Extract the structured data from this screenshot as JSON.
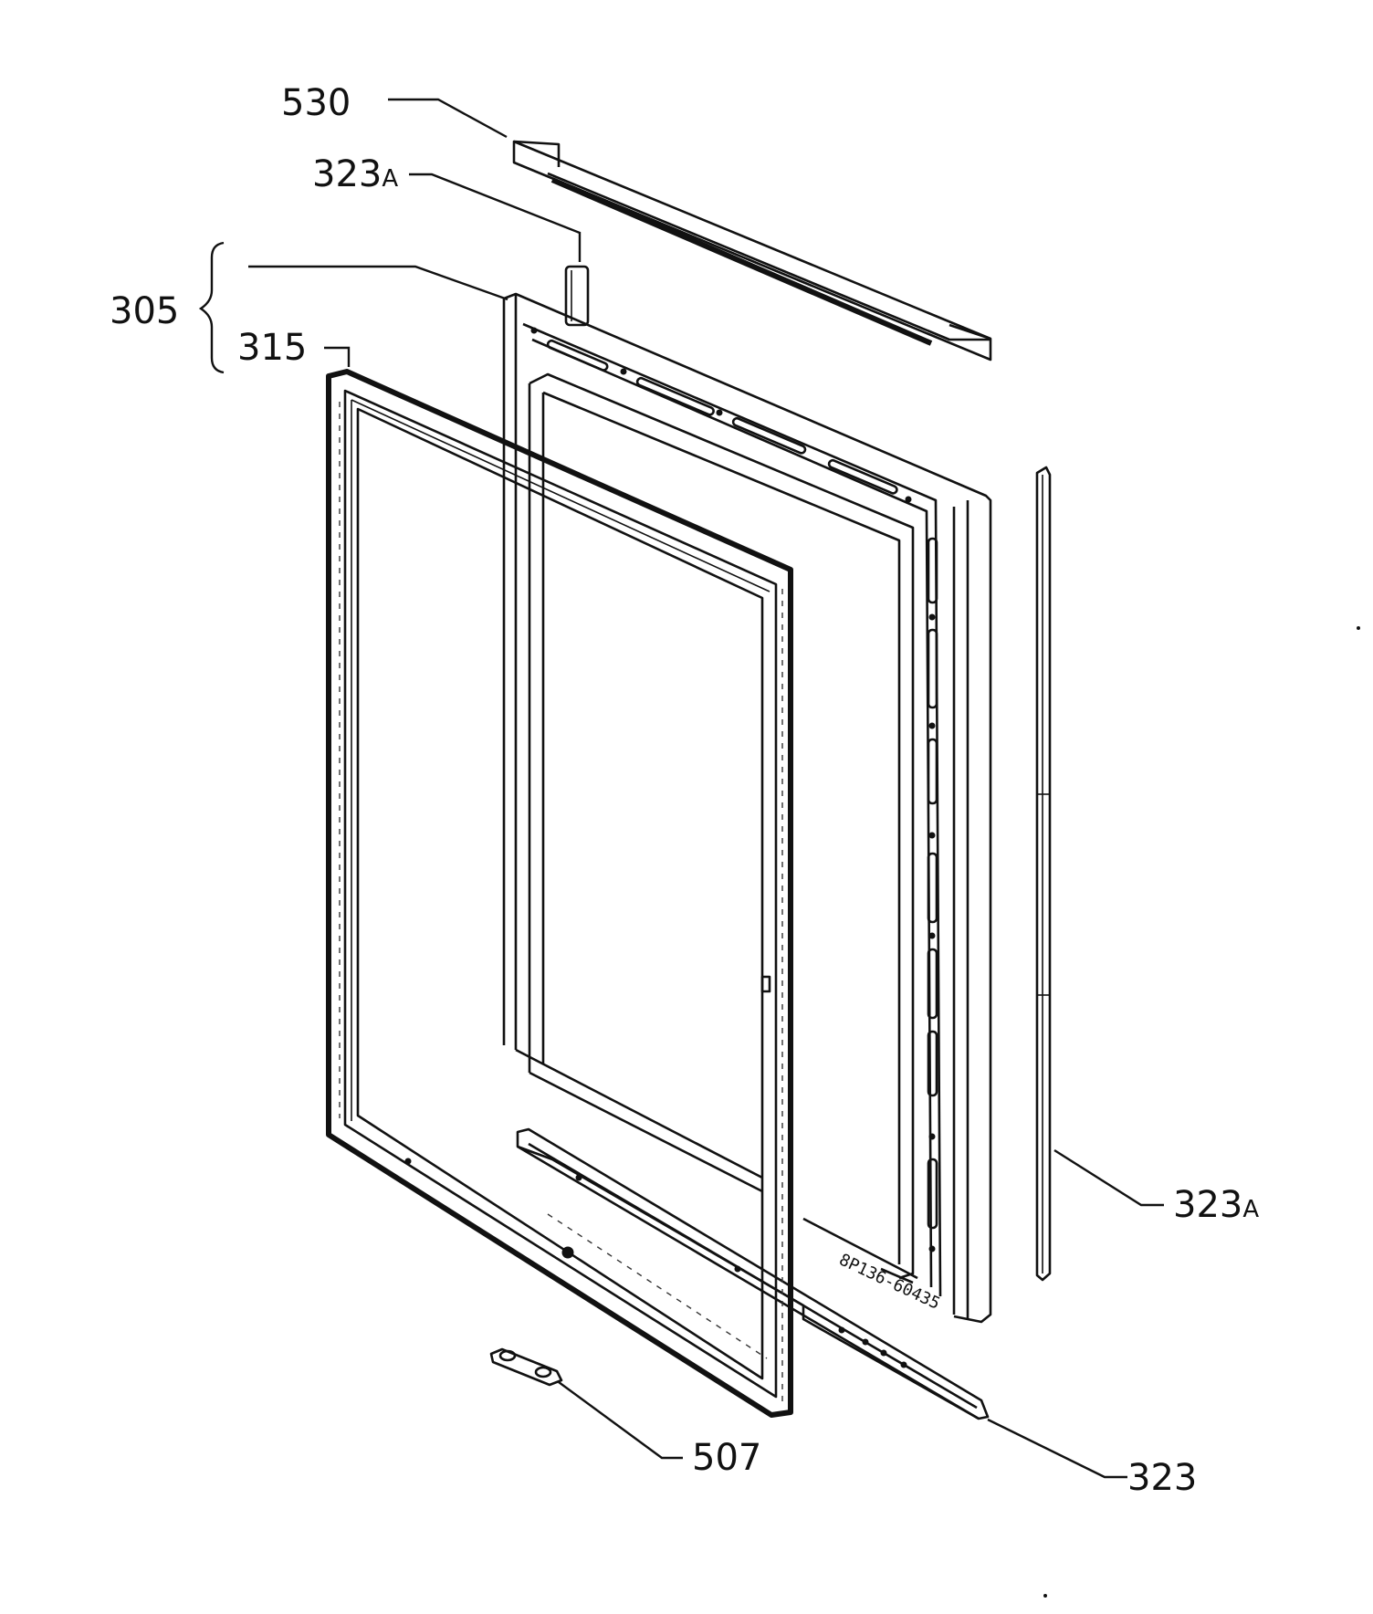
{
  "labels": {
    "top_strip": "530",
    "top_post": {
      "num": "323",
      "suffix": "A"
    },
    "assembly": "305",
    "gasket": "315",
    "right_strip": {
      "num": "323",
      "suffix": "A"
    },
    "bottom_strip": "323",
    "clip": "507"
  },
  "stamp": "8P136-60435"
}
